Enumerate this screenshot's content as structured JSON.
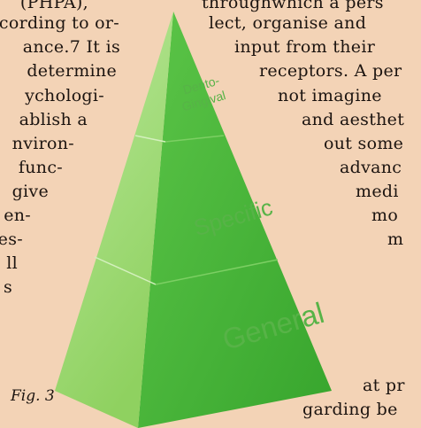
{
  "left_text": [
    "(PHPA),",
    "cording to or-",
    "ance.7 It is",
    "determine",
    "ychologi-",
    "ablish a",
    "nviron-",
    "func-",
    "give",
    "en-",
    "es-",
    "ll",
    "s"
  ],
  "right_text": [
    "throughwhich a pers",
    "lect, organise and",
    "input from their",
    "receptors. A per",
    "not imagine",
    "and aesthet",
    "out some",
    "advanc",
    "medi",
    "mo",
    "m"
  ],
  "bottom_right_text": [
    "at pr",
    "garding be"
  ],
  "pyramid": {
    "tiers": [
      {
        "label_lines": [
          "Dento-",
          "Gingival"
        ]
      },
      {
        "label_lines": [
          "Specific"
        ]
      },
      {
        "label_lines": [
          "General"
        ]
      }
    ],
    "colors": {
      "front_face": "#a6e07a",
      "side_face": "#4bb83a",
      "label": "#57b347"
    }
  },
  "caption": "Fig. 3"
}
